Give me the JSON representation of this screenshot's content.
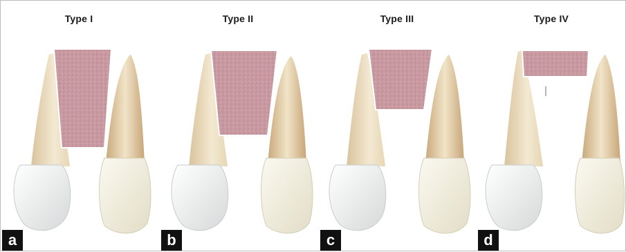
{
  "panels": [
    {
      "title": "Type I",
      "letter": "a"
    },
    {
      "title": "Type II",
      "letter": "b"
    },
    {
      "title": "Type III",
      "letter": "c"
    },
    {
      "title": "Type IV",
      "letter": "d"
    }
  ],
  "colors": {
    "bone_defect": "#c99aa2",
    "tooth_crown": "#efebdd",
    "tooth_root": "#dcc49f",
    "label_bg": "#111111",
    "label_text": "#ffffff"
  }
}
